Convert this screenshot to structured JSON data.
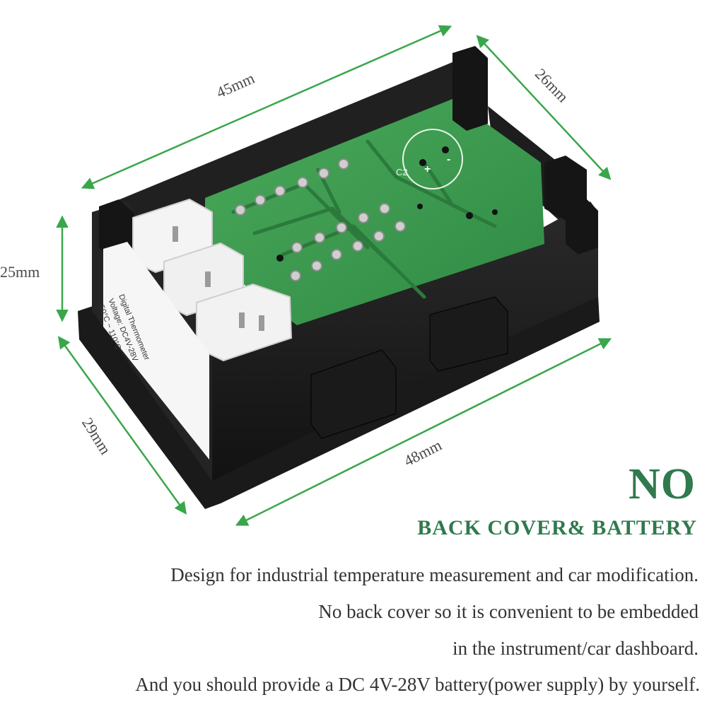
{
  "dimensions": {
    "length_top": "45mm",
    "depth_right": "26mm",
    "height_left": "25mm",
    "depth_front": "29mm",
    "length_front": "48mm"
  },
  "pcb_labels": {
    "capacitor": "C2",
    "plus": "+",
    "minus": "-"
  },
  "side_label_lines": [
    "Digital Thermometer",
    "Voltage: DC4V-28V",
    "-50°C ~ 110°C"
  ],
  "headline": {
    "title": "NO",
    "subtitle": "BACK COVER& BATTERY"
  },
  "description": [
    "Design for industrial temperature measurement and car modification.",
    "No back cover so it is convenient to be embedded",
    "in the instrument/car dashboard.",
    "And you should provide a DC 4V-28V battery(power supply) by yourself."
  ],
  "colors": {
    "arrow": "#3aa64a",
    "headline": "#2f7a4e",
    "pcb": "#3f9a4f",
    "housing": "#1f1f1f"
  }
}
